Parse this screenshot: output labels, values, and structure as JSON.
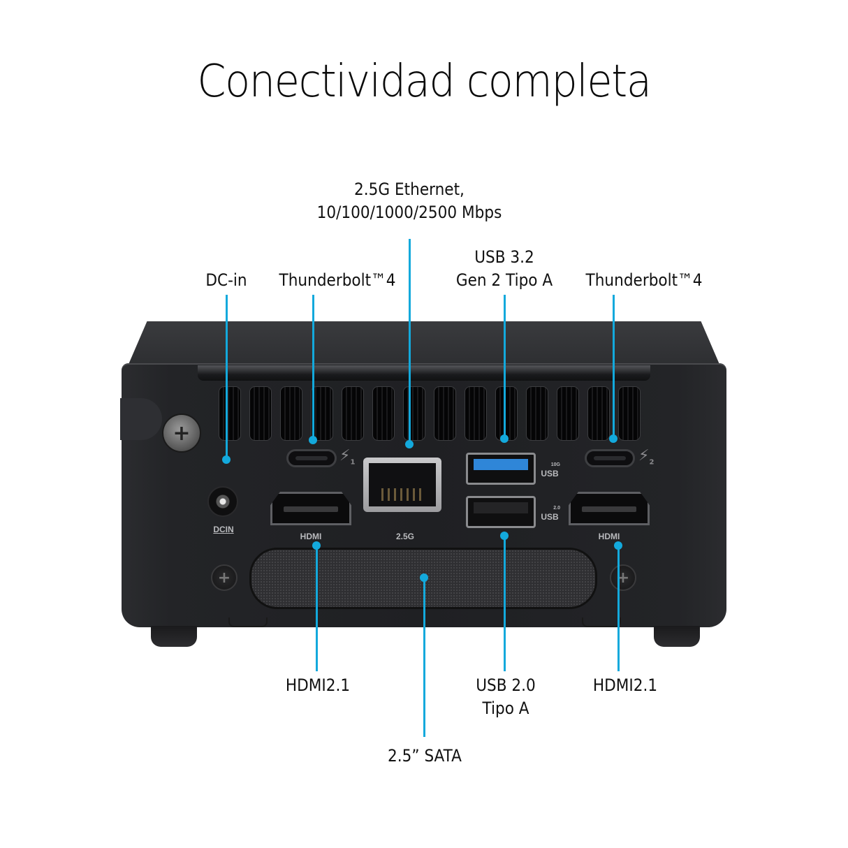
{
  "title": "Conectividad completa",
  "accent_color": "#13a9dc",
  "callouts_top": [
    {
      "id": "dc-in",
      "lines": [
        "DC-in"
      ]
    },
    {
      "id": "thunderbolt-1",
      "lines": [
        "Thunderbolt™4"
      ]
    },
    {
      "id": "ethernet",
      "lines": [
        "2.5G Ethernet,",
        "10/100/1000/2500 Mbps"
      ]
    },
    {
      "id": "usb32",
      "lines": [
        "USB 3.2",
        "Gen 2 Tipo A"
      ]
    },
    {
      "id": "thunderbolt-2",
      "lines": [
        "Thunderbolt™4"
      ]
    }
  ],
  "callouts_bottom": [
    {
      "id": "hdmi-1",
      "lines": [
        "HDMI2.1"
      ]
    },
    {
      "id": "sata",
      "lines": [
        "2.5” SATA"
      ]
    },
    {
      "id": "usb20",
      "lines": [
        "USB 2.0",
        "Tipo A"
      ]
    },
    {
      "id": "hdmi-2",
      "lines": [
        "HDMI2.1"
      ]
    }
  ],
  "device_labels": {
    "dcin": "DCIN",
    "hdmi_left": "HDMI",
    "ethernet": "2.5G",
    "hdmi_right": "HDMI",
    "usb_top_speed": "10G",
    "usb_top": "USB",
    "usb_bottom_speed": "2.0",
    "usb_bottom": "USB",
    "tb1_sub": "1",
    "tb2_sub": "2",
    "tb_glyph": "ϟ"
  }
}
